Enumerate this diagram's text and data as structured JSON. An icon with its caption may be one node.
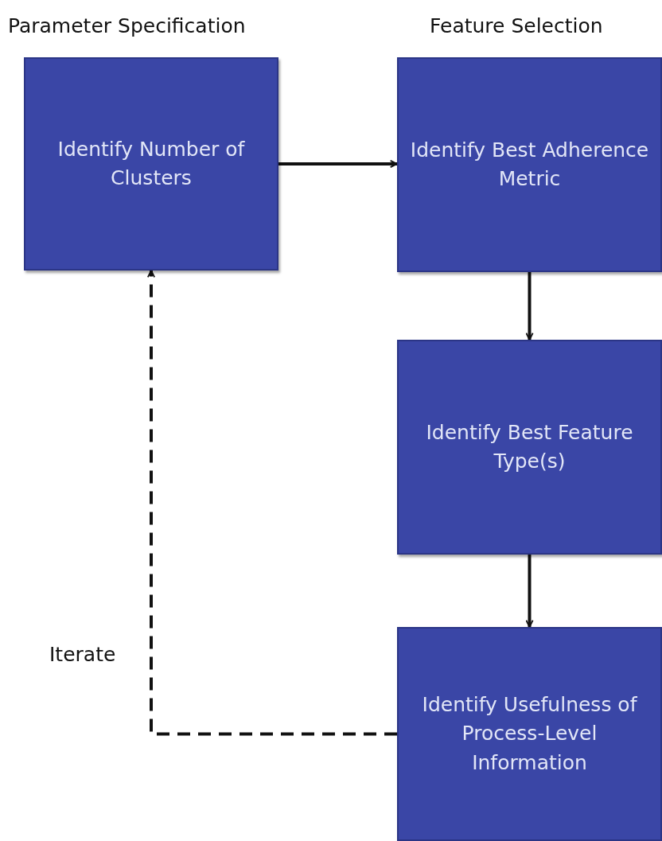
{
  "diagram": {
    "nodes": [
      {
        "text": [
          "Identify Number of Clusters"
        ]
      },
      {
        "text": [
          "Identify Best Adherence Metric"
        ]
      },
      {
        "text": [
          "Identify Best Feature Type(s)"
        ]
      },
      {
        "text": [
          "Identify Usefulness of Process-Level Information"
        ]
      }
    ],
    "edges": [
      {
        "from": 0,
        "to": 1,
        "arrow": "to"
      },
      {
        "from": 1,
        "to": 2,
        "arrow": "to"
      },
      {
        "from": 2,
        "to": 3,
        "arrow": "to"
      },
      {
        "from": 3,
        "to": 0,
        "arrow": "to",
        "style": "dashed",
        "label": "Iterate"
      }
    ],
    "labels": [
      "Parameter Specification",
      "Feature Selection"
    ]
  }
}
